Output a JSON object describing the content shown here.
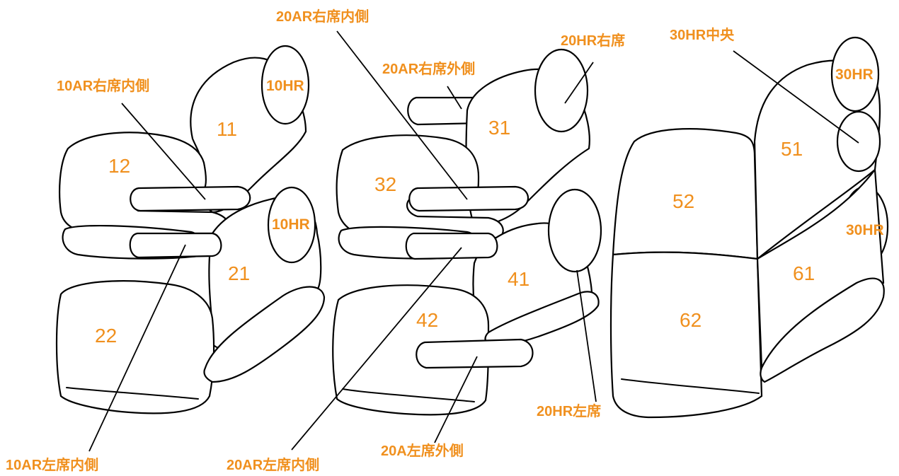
{
  "seat_numbers": [
    "11",
    "12",
    "21",
    "22",
    "31",
    "32",
    "41",
    "42",
    "51",
    "52",
    "61",
    "62"
  ],
  "headrest_labels": [
    "10HR",
    "10HR",
    "20HR右席",
    "30HR",
    "30HR"
  ],
  "callouts": {
    "ar10_right_inner": "10AR右席内側",
    "ar10_left_inner": "10AR左席内側",
    "ar20_right_inner": "20AR右席内側",
    "ar20_right_outer": "20AR右席外側",
    "ar20_left_inner": "20AR左席内側",
    "a20_left_outer": "20A左席外側",
    "hr20_left": "20HR左席",
    "hr30_center": "30HR中央"
  },
  "colors": {
    "label": "#f0901e",
    "outline": "#000000",
    "background": "#ffffff"
  }
}
